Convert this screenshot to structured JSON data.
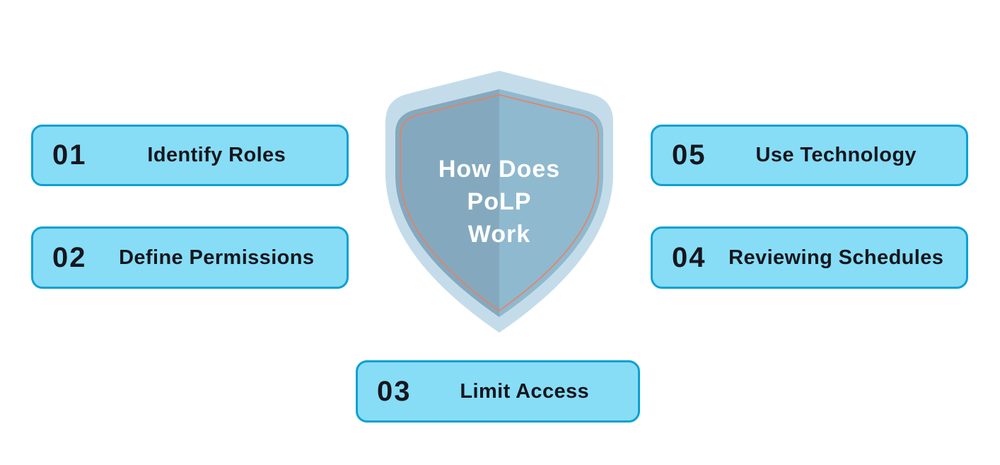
{
  "diagram": {
    "shield_title": "How Does PoLP Work",
    "shield_title_lines": [
      "How Does",
      "PoLP",
      "Work"
    ]
  },
  "steps": [
    {
      "number": "01",
      "label": "Identify Roles"
    },
    {
      "number": "02",
      "label": "Define Permissions"
    },
    {
      "number": "03",
      "label": "Limit Access"
    },
    {
      "number": "04",
      "label": "Reviewing Schedules"
    },
    {
      "number": "05",
      "label": "Use Technology"
    }
  ],
  "colors": {
    "background": "#ffffff",
    "box_fill": "#87ddf6",
    "box_border": "#0aa0d4",
    "step_text": "#16161e",
    "shield_outer": "#c4dcea",
    "shield_inner_left": "#84a9be",
    "shield_inner_right": "#8fb9ce",
    "shield_accent_line": "#ed7e5f",
    "shield_title_text": "#ffffff"
  }
}
